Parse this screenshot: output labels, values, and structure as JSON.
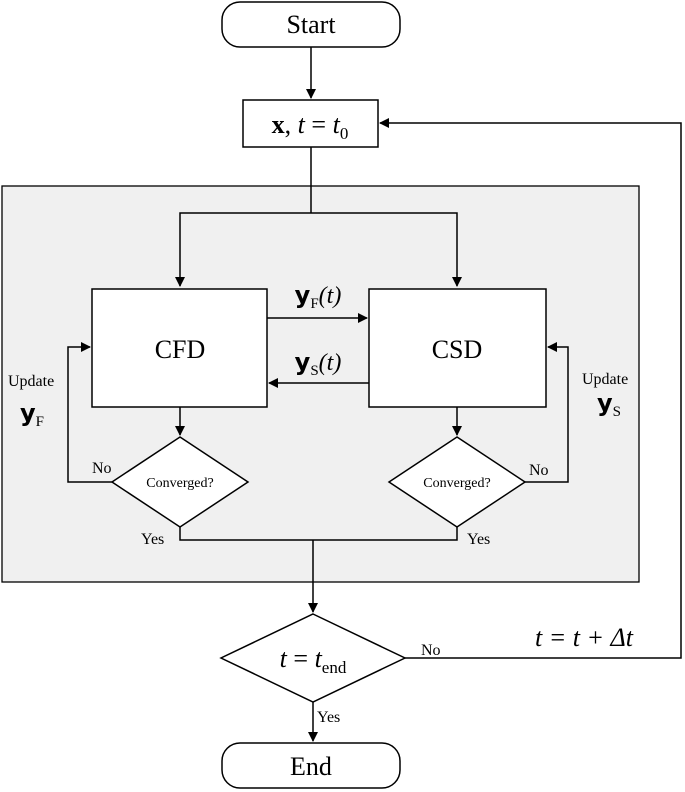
{
  "nodes": {
    "start": "Start",
    "end": "End",
    "cfd": "CFD",
    "csd": "CSD",
    "converged_left": "Converged?",
    "converged_right": "Converged?"
  },
  "init": {
    "x": "x",
    "comma": ", ",
    "t": "t",
    "eq": " = ",
    "sub": "0"
  },
  "exchange": {
    "yF": "y",
    "yF_sub": "F",
    "yF_arg": "(t)",
    "yS": "y",
    "yS_sub": "S",
    "yS_arg": "(t)"
  },
  "update_left": {
    "label": "Update",
    "y": "y",
    "sub": "F"
  },
  "update_right": {
    "label": "Update",
    "y": "y",
    "sub": "S"
  },
  "decision_end": {
    "t": "t",
    "eq": " = ",
    "t2": "t",
    "sub": "end"
  },
  "increment": {
    "text": "t = t + Δt"
  },
  "edge_labels": {
    "no_left": "No",
    "no_right": "No",
    "yes_left": "Yes",
    "yes_right": "Yes",
    "no_end": "No",
    "yes_end": "Yes"
  }
}
